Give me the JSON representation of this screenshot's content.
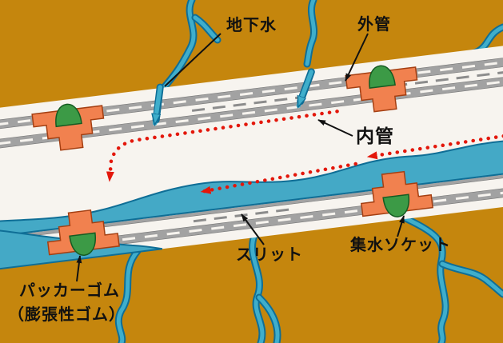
{
  "labels": {
    "groundwater": "地下水",
    "outer_pipe": "外管",
    "inner_pipe": "内管",
    "slit": "スリット",
    "collect_socket": "集水ソケット",
    "packer_rubber": "パッカーゴム",
    "packer_rubber_note": "（膨張性ゴム）"
  },
  "colors": {
    "soil": "#C5860D",
    "pipe_white": "#F7F4EF",
    "pipe_gray": "#A2A2A2",
    "water_fill": "#3FAECB",
    "water_edge": "#0F6E96",
    "socket_orange": "#F1814F",
    "packer_green": "#3C9A46",
    "flow_arrow_red": "#E3170B",
    "label_black": "#111111"
  }
}
